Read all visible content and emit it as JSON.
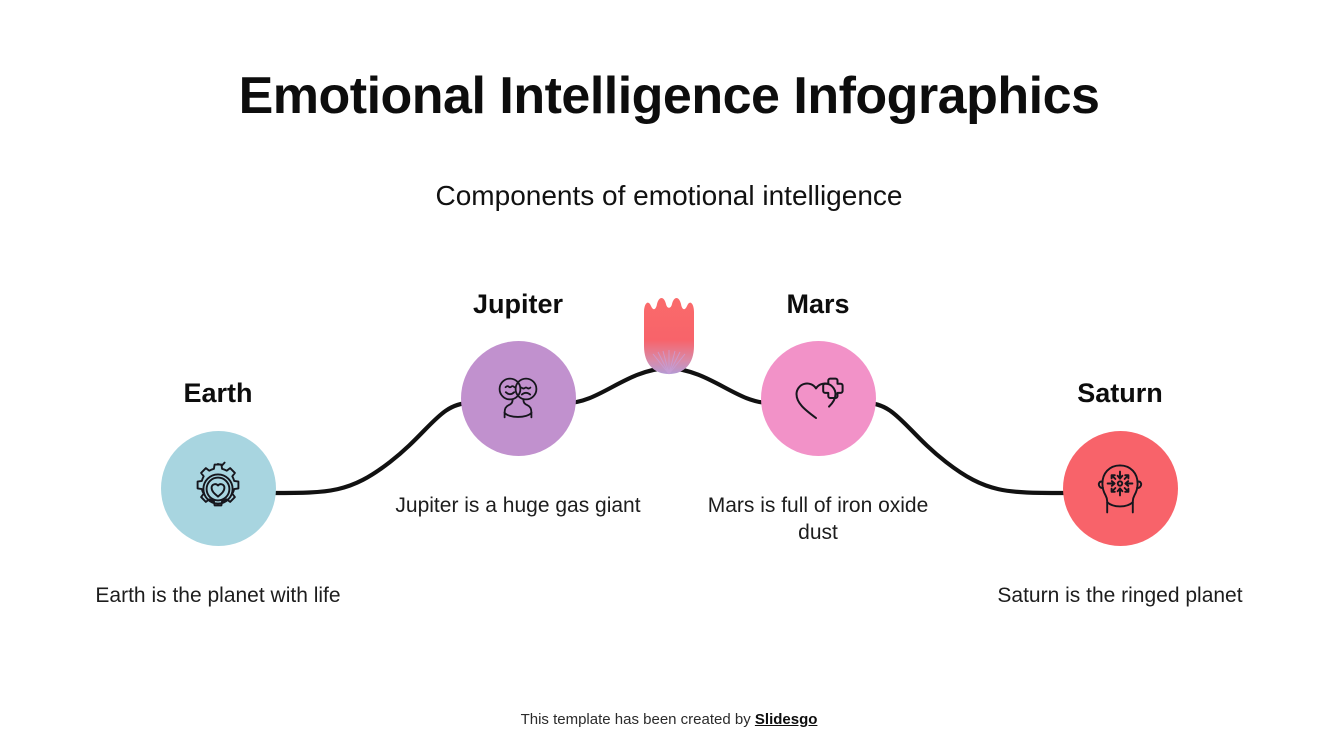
{
  "header": {
    "title": "Emotional Intelligence Infographics",
    "subtitle": "Components of emotional intelligence"
  },
  "nodes": [
    {
      "id": "earth",
      "title": "Earth",
      "description": "Earth is the planet with life",
      "color": "#A8D5E0",
      "icon": "gear-heart-icon"
    },
    {
      "id": "jupiter",
      "title": "Jupiter",
      "description": "Jupiter is a huge gas giant",
      "color": "#C191CE",
      "icon": "two-faces-icon"
    },
    {
      "id": "mars",
      "title": "Mars",
      "description": "Mars is full of iron oxide dust",
      "color": "#F292C8",
      "icon": "heart-plus-icon"
    },
    {
      "id": "saturn",
      "title": "Saturn",
      "description": "Saturn is the ringed planet",
      "color": "#F8636A",
      "icon": "head-focus-icon"
    }
  ],
  "decoration": {
    "flower": {
      "name": "tulip-flower-icon",
      "petal_color": "#F8636A",
      "base_color": "#B49AD4"
    }
  },
  "connector": {
    "name": "wave-connector-line",
    "color": "#111111"
  },
  "footer": {
    "text": "This template has been created by ",
    "brand": "Slidesgo"
  }
}
